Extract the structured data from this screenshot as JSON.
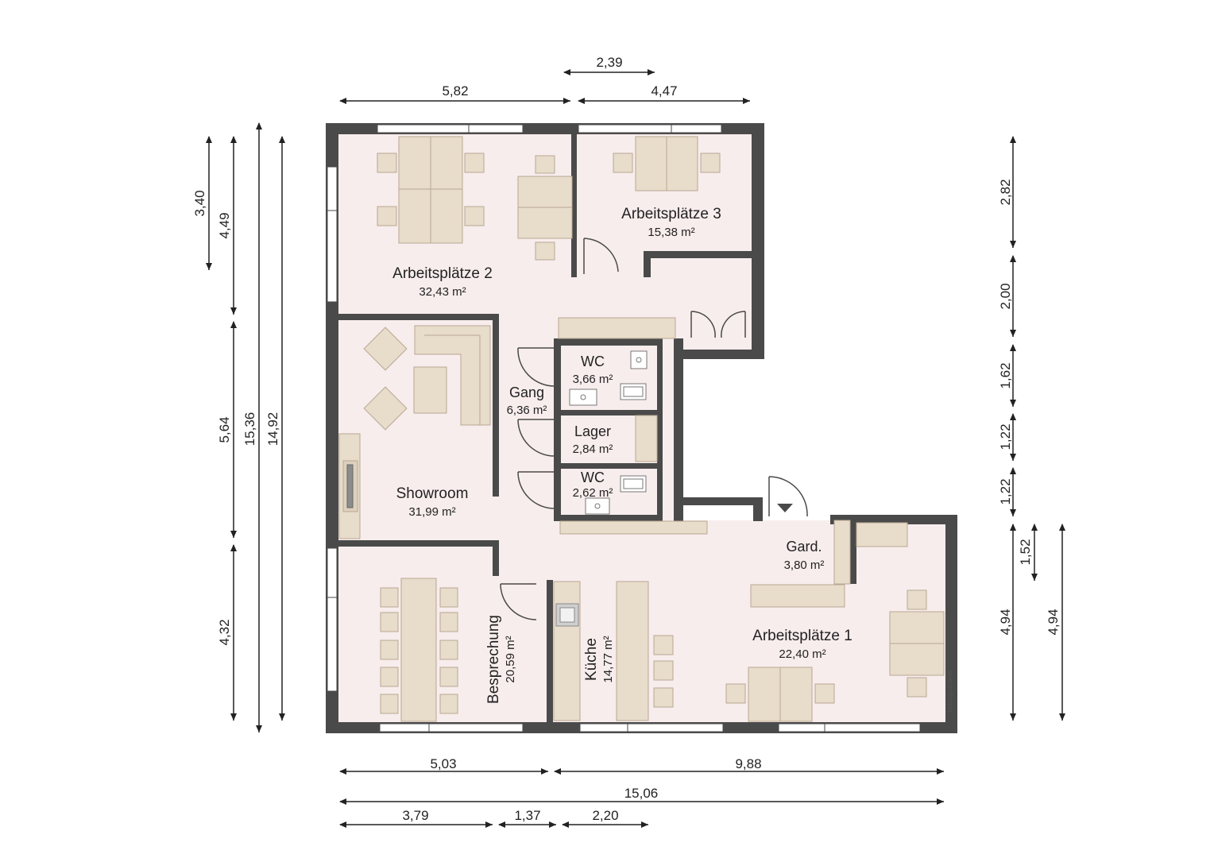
{
  "plan": {
    "rooms": {
      "arbeitsplaetze2": {
        "name": "Arbeitsplätze 2",
        "area": "32,43 m²"
      },
      "arbeitsplaetze3": {
        "name": "Arbeitsplätze 3",
        "area": "15,38 m²"
      },
      "showroom": {
        "name": "Showroom",
        "area": "31,99 m²"
      },
      "gang": {
        "name": "Gang",
        "area": "6,36 m²"
      },
      "wc1": {
        "name": "WC",
        "area": "3,66 m²"
      },
      "lager": {
        "name": "Lager",
        "area": "2,84 m²"
      },
      "wc2": {
        "name": "WC",
        "area": "2,62 m²"
      },
      "gard": {
        "name": "Gard.",
        "area": "3,80 m²"
      },
      "arbeitsplaetze1": {
        "name": "Arbeitsplätze 1",
        "area": "22,40 m²"
      },
      "besprechung": {
        "name": "Besprechung",
        "area": "20,59 m²"
      },
      "kueche": {
        "name": "Küche",
        "area": "14,77 m²"
      }
    },
    "dimensions": {
      "top_239": "2,39",
      "top_582": "5,82",
      "top_447": "4,47",
      "left_340": "3,40",
      "left_449": "4,49",
      "left_1536": "15,36",
      "left_1492": "14,92",
      "left_564": "5,64",
      "left_432": "4,32",
      "right_282": "2,82",
      "right_200": "2,00",
      "right_162": "1,62",
      "right_122a": "1,22",
      "right_122b": "1,22",
      "right_152": "1,52",
      "right_494a": "4,94",
      "right_494b": "4,94",
      "bottom_503": "5,03",
      "bottom_988": "9,88",
      "bottom_1506": "15,06",
      "bottom_379": "3,79",
      "bottom_137": "1,37",
      "bottom_220": "2,20"
    },
    "watermark": "Immogrundriss",
    "colors": {
      "wall": "#4a4a4a",
      "floor": "#f8eded",
      "furniture": "#e8dccb",
      "furniture_stroke": "#b9a892",
      "window": "#ffffff"
    }
  }
}
